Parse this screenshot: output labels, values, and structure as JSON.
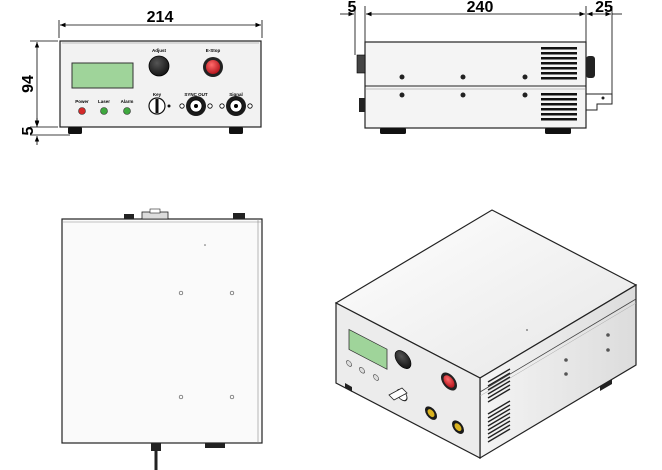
{
  "dimensions": {
    "front_width": "214",
    "front_height": "94",
    "front_feet": "5",
    "side_front_offset": "5",
    "side_depth": "240",
    "side_rear_offset": "25"
  },
  "front_panel": {
    "adjust_label": "Adjust",
    "estop_label": "E-Stop",
    "power_label": "Power",
    "laser_label": "Laser",
    "alarm_label": "Alarm",
    "key_label": "Key",
    "sync_out_label": "SYNC OUT",
    "signal_label": "Signal"
  },
  "colors": {
    "lcd": "#9fd49a",
    "estop": "#d81f26",
    "power_led": "#d42a2a",
    "green_led": "#3fa83f",
    "gold_bnc": "#d9b21f",
    "outline": "#222222",
    "panel": "#f2f2f2"
  }
}
